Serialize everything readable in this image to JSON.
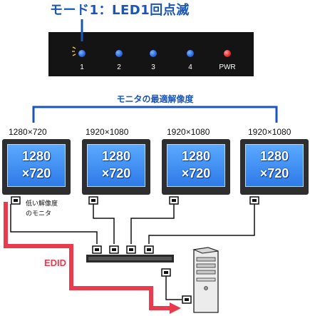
{
  "mode_title": "モード1：LED1回点滅",
  "device": {
    "leds": [
      {
        "label": "1",
        "color": "blue",
        "active": true
      },
      {
        "label": "2",
        "color": "blue",
        "active": false
      },
      {
        "label": "3",
        "color": "blue",
        "active": false
      },
      {
        "label": "4",
        "color": "blue",
        "active": false
      },
      {
        "label": "PWR",
        "color": "red",
        "active": false
      }
    ]
  },
  "optimal_resolution_title": "モニタの最適解像度",
  "monitors": [
    {
      "optimal_resolution": "1280×720",
      "screen_line1": "1280",
      "screen_line2": "×720"
    },
    {
      "optimal_resolution": "1920×1080",
      "screen_line1": "1280",
      "screen_line2": "×720"
    },
    {
      "optimal_resolution": "1920×1080",
      "screen_line1": "1280",
      "screen_line2": "×720"
    },
    {
      "optimal_resolution": "1920×1080",
      "screen_line1": "1280",
      "screen_line2": "×720"
    }
  ],
  "low_res_note": {
    "line1": "低い解像度",
    "line2": "のモニタ"
  },
  "edid_label": "EDID",
  "colors": {
    "accent_blue": "#1a56b8",
    "edid_red": "#e83b4e",
    "led_red": "#e82a2a"
  }
}
